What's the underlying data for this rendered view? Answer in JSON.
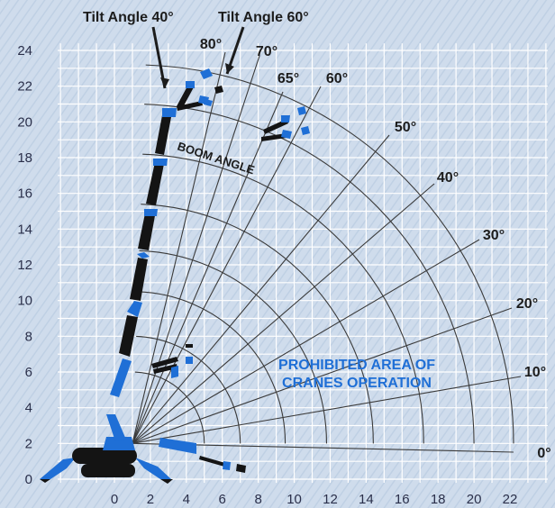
{
  "chart": {
    "x_ticks": [
      "0",
      "2",
      "4",
      "6",
      "8",
      "10",
      "12",
      "14",
      "16",
      "18",
      "20",
      "22"
    ],
    "y_ticks": [
      "0",
      "2",
      "4",
      "6",
      "8",
      "10",
      "12",
      "14",
      "16",
      "18",
      "20",
      "22",
      "24"
    ],
    "boom_angles": [
      {
        "deg": 0,
        "label": "0°"
      },
      {
        "deg": 10,
        "label": "10°"
      },
      {
        "deg": 20,
        "label": "20°"
      },
      {
        "deg": 30,
        "label": "30°"
      },
      {
        "deg": 40,
        "label": "40°"
      },
      {
        "deg": 50,
        "label": "50°"
      },
      {
        "deg": 60,
        "label": "60°"
      },
      {
        "deg": 65,
        "label": "65°"
      },
      {
        "deg": 70,
        "label": "70°"
      },
      {
        "deg": 80,
        "label": "80°"
      }
    ],
    "reach_radii_m": [
      4.0,
      6.0,
      8.5,
      10.8,
      13.4,
      16.2,
      19.0,
      21.2
    ],
    "tilt_angles": [
      "Tilt Angle 40°",
      "Tilt Angle 60°"
    ],
    "boom_angle_label": "BOOM ANGLE",
    "prohibited_area": [
      "PROHIBITED AREA OF",
      "CRANES OPERATION"
    ]
  },
  "colors": {
    "background": "#cfdcec",
    "hatch": "#bccdd f",
    "grid": "#ffffff",
    "boom_lines": "#3a3a3a",
    "crane_blue": "#1f6fd6",
    "crane_black": "#141414",
    "prohibited_text": "#1f6fd6"
  }
}
